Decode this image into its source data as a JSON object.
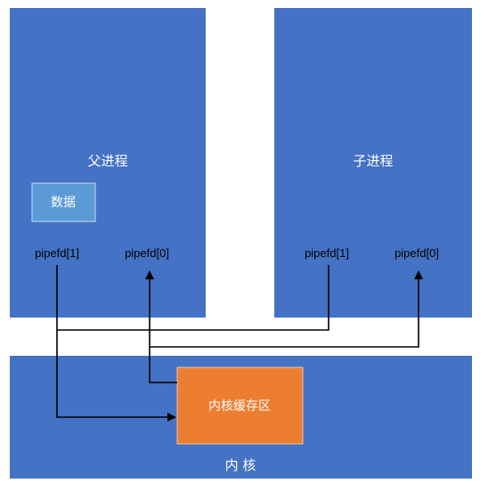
{
  "parent_process": {
    "title": "父进程",
    "data_label": "数据",
    "fd_write": "pipefd[1]",
    "fd_read": "pipefd[0]"
  },
  "child_process": {
    "title": "子进程",
    "fd_write": "pipefd[1]",
    "fd_read": "pipefd[0]"
  },
  "kernel": {
    "title": "内 核",
    "buffer_label": "内核缓存区"
  },
  "colors": {
    "process_box": "#4472c4",
    "data_box": "#5b9bd5",
    "buffer_box": "#ed7d31",
    "lines": "#000000"
  }
}
